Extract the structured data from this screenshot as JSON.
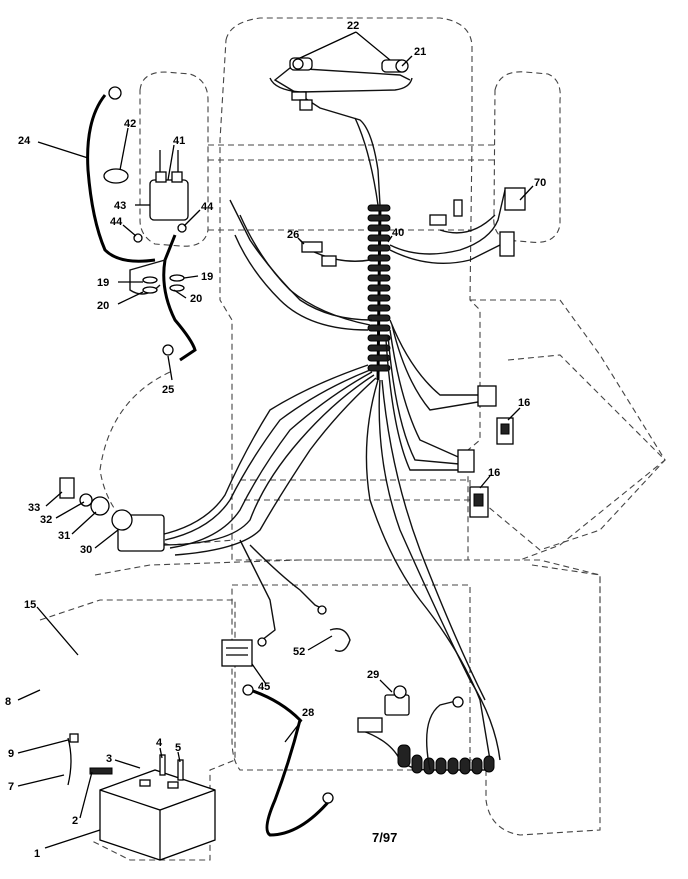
{
  "date_code": "7/97",
  "callouts": [
    {
      "id": "1",
      "label": "1"
    },
    {
      "id": "2",
      "label": "2"
    },
    {
      "id": "3",
      "label": "3"
    },
    {
      "id": "4",
      "label": "4"
    },
    {
      "id": "5",
      "label": "5"
    },
    {
      "id": "7",
      "label": "7"
    },
    {
      "id": "8",
      "label": "8"
    },
    {
      "id": "9",
      "label": "9"
    },
    {
      "id": "15",
      "label": "15"
    },
    {
      "id": "16a",
      "label": "16"
    },
    {
      "id": "16b",
      "label": "16"
    },
    {
      "id": "19a",
      "label": "19"
    },
    {
      "id": "19b",
      "label": "19"
    },
    {
      "id": "20a",
      "label": "20"
    },
    {
      "id": "20b",
      "label": "20"
    },
    {
      "id": "21",
      "label": "21"
    },
    {
      "id": "22",
      "label": "22"
    },
    {
      "id": "24",
      "label": "24"
    },
    {
      "id": "25",
      "label": "25"
    },
    {
      "id": "26",
      "label": "26"
    },
    {
      "id": "28",
      "label": "28"
    },
    {
      "id": "29",
      "label": "29"
    },
    {
      "id": "30",
      "label": "30"
    },
    {
      "id": "31",
      "label": "31"
    },
    {
      "id": "32",
      "label": "32"
    },
    {
      "id": "33",
      "label": "33"
    },
    {
      "id": "40",
      "label": "40"
    },
    {
      "id": "41",
      "label": "41"
    },
    {
      "id": "42",
      "label": "42"
    },
    {
      "id": "43",
      "label": "43"
    },
    {
      "id": "44a",
      "label": "44"
    },
    {
      "id": "44b",
      "label": "44"
    },
    {
      "id": "45",
      "label": "45"
    },
    {
      "id": "52",
      "label": "52"
    },
    {
      "id": "70",
      "label": "70"
    }
  ]
}
